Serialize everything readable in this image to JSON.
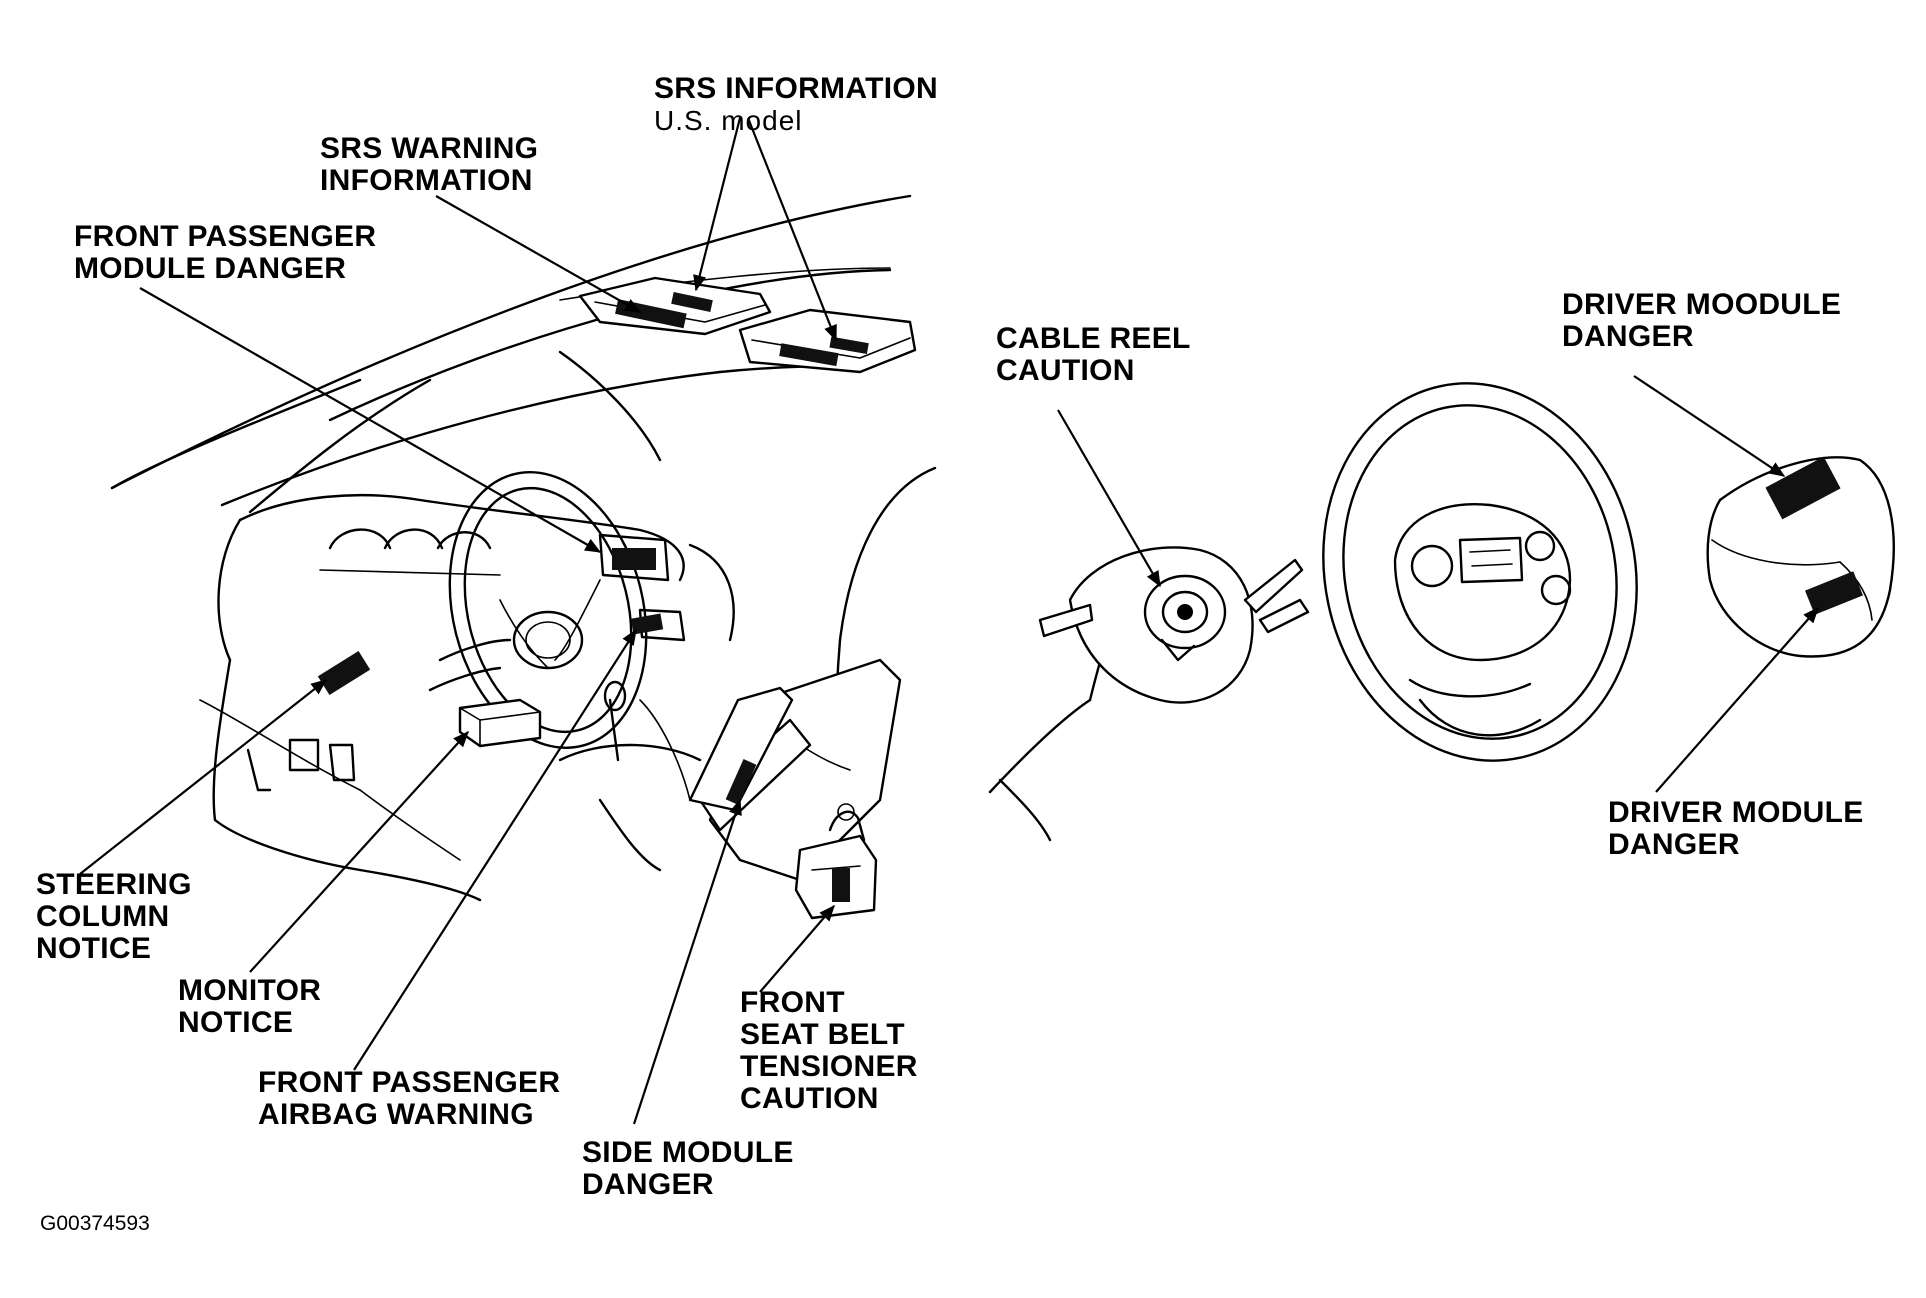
{
  "labels": {
    "srs_information": "SRS INFORMATION",
    "us_model": "U.S. model",
    "srs_warning_line1": "SRS WARNING",
    "srs_warning_line2": "INFORMATION",
    "front_passenger_module_line1": "FRONT PASSENGER",
    "front_passenger_module_line2": "MODULE DANGER",
    "cable_reel_line1": "CABLE REEL",
    "cable_reel_line2": "CAUTION",
    "driver_moodule_line1": "DRIVER MOODULE",
    "driver_moodule_line2": "DANGER",
    "driver_module_line1": "DRIVER MODULE",
    "driver_module_line2": "DANGER",
    "steering_column_line1": "STEERING",
    "steering_column_line2": "COLUMN",
    "steering_column_line3": "NOTICE",
    "monitor_line1": "MONITOR",
    "monitor_line2": "NOTICE",
    "front_passenger_airbag_line1": "FRONT PASSENGER",
    "front_passenger_airbag_line2": "AIRBAG WARNING",
    "side_module_line1": "SIDE MODULE",
    "side_module_line2": "DANGER",
    "seat_belt_line1": "FRONT",
    "seat_belt_line2": "SEAT BELT",
    "seat_belt_line3": "TENSIONER",
    "seat_belt_line4": "CAUTION"
  },
  "figure_code": "G00374593"
}
